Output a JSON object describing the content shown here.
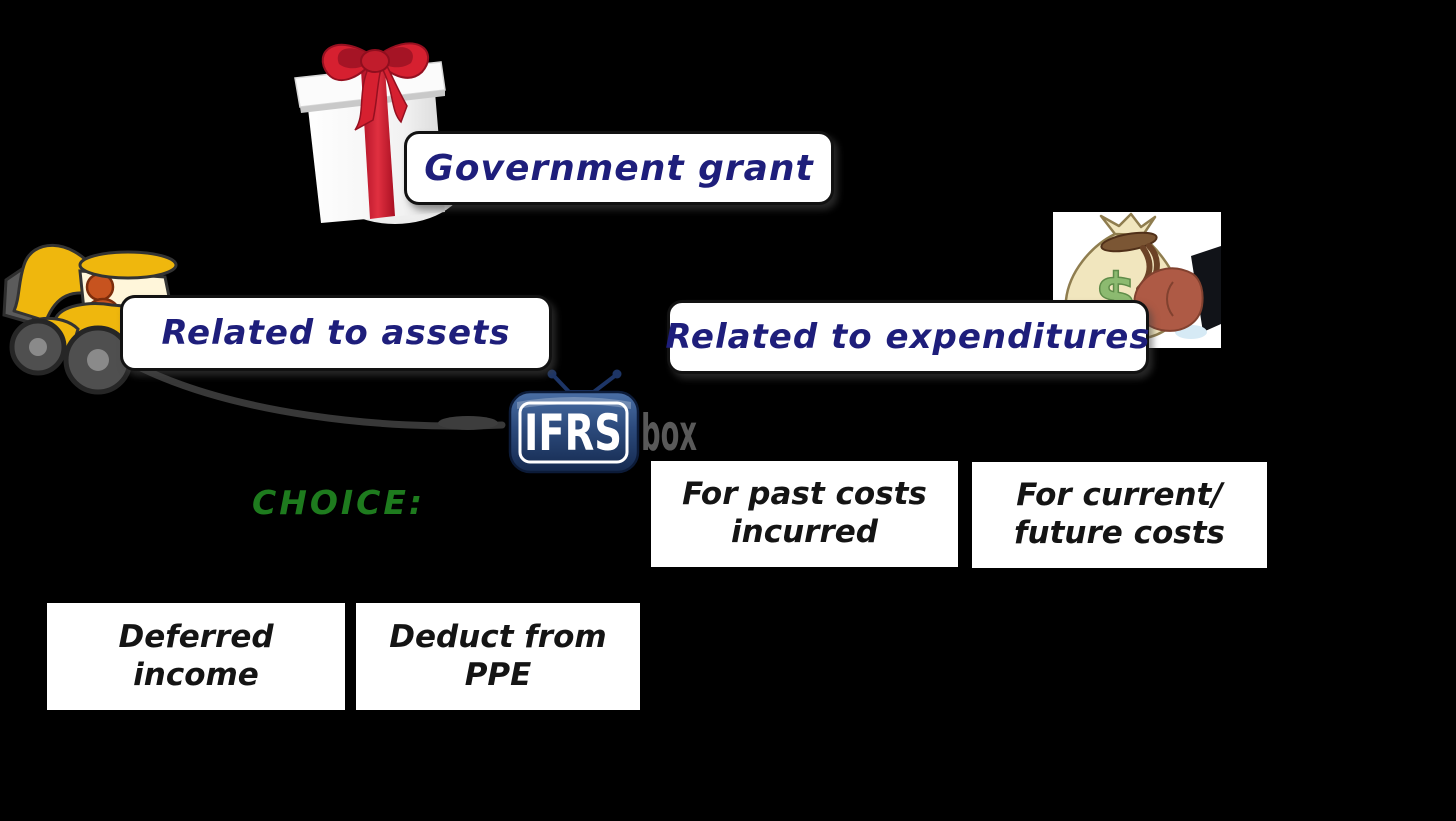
{
  "nodes": {
    "government_grant": {
      "label": "Government grant"
    },
    "related_to_assets": {
      "label": "Related to assets"
    },
    "related_to_expenditures": {
      "label": "Related to expenditures"
    },
    "choice": {
      "label": "CHOICE:"
    },
    "for_past_costs": {
      "line1": "For past costs",
      "line2": "incurred"
    },
    "for_current_future": {
      "line1": "For current/",
      "line2": "future costs"
    },
    "deferred_income": {
      "line1": "Deferred",
      "line2": "income"
    },
    "deduct_from_ppe": {
      "line1": "Deduct from",
      "line2": "PPE"
    }
  },
  "logo": {
    "tv": "IFRS",
    "suffix": "box"
  },
  "icons": {
    "gift": "gift-icon",
    "excavator": "excavator-icon",
    "money_bag": "money-bag-icon",
    "money_bag_symbol": "$"
  },
  "colors": {
    "background": "#000000",
    "node_fill": "#FFFFFF",
    "branch_text": "#1E1E7B",
    "choice_text": "#1E7B1E",
    "leaf_text": "#141414",
    "ribbon_red": "#D62030",
    "excavator_yellow": "#EFB70D",
    "bag_cream": "#F1E6BE",
    "dollar_green": "#8CBA70",
    "logo_tv_fill": "#2C4A7C",
    "logo_suffix_text": "#595959"
  }
}
